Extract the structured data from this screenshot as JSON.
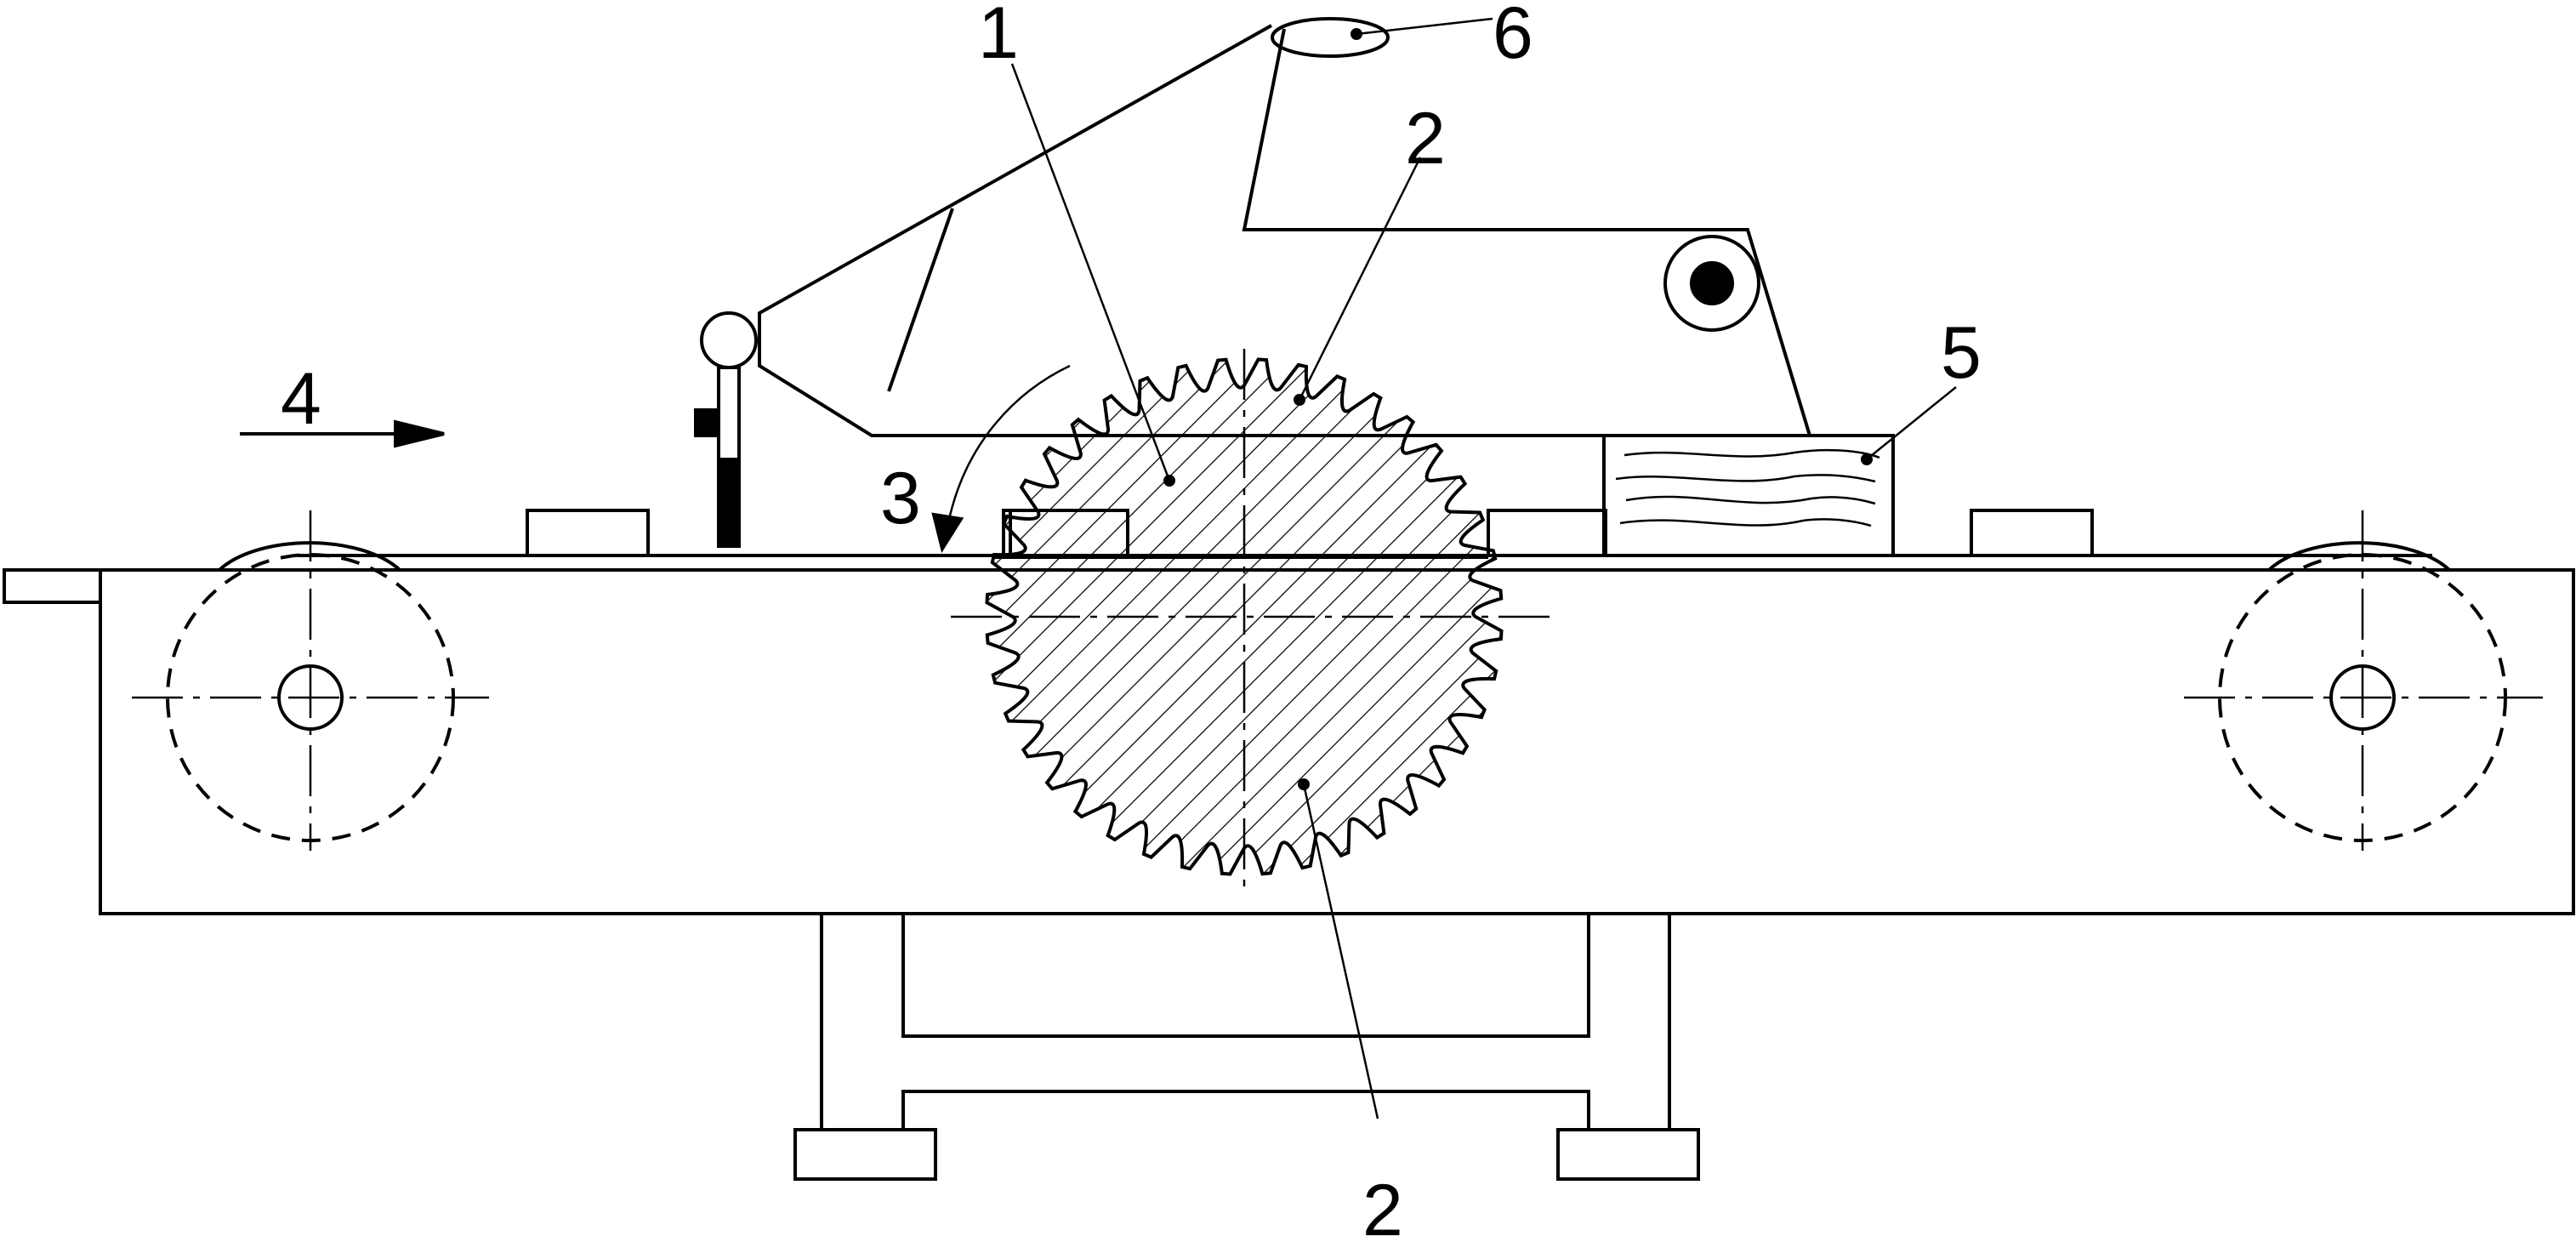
{
  "labels": {
    "blade": "1",
    "hatched_upper": "2",
    "hatched_lower": "2",
    "rotation": "3",
    "feed": "4",
    "workpiece": "5",
    "handle": "6"
  }
}
